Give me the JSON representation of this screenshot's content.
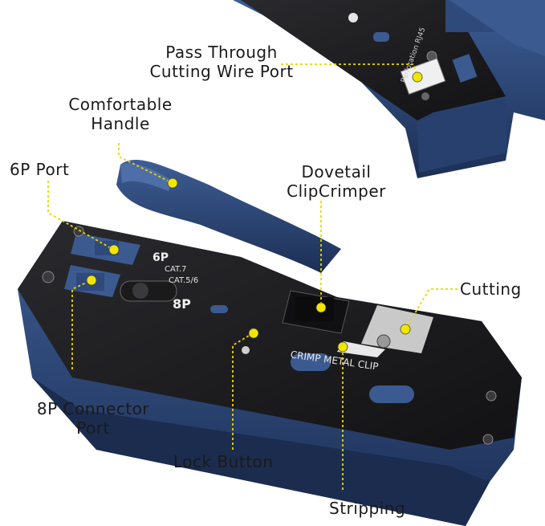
{
  "labels": {
    "pass_through": [
      "Pass Through",
      "Cutting Wire Port"
    ],
    "handle": [
      "Comfortable",
      "Handle"
    ],
    "port6p": "6P Port",
    "dovetail": [
      "Dovetail",
      "ClipCrimper"
    ],
    "cutting": "Cutting",
    "port8p": [
      "8P Connector",
      "Port"
    ],
    "lock": "Lock Button",
    "stripping": "Stripping"
  },
  "tool_print": {
    "top_text": "Perforation RJ45",
    "p6": "6P",
    "p8": "8P",
    "cat7": "CAT.7",
    "cat56": "CAT.5/6",
    "crimp": "CRIMP METAL CLIP"
  },
  "colors": {
    "body_blue": "#2f4a7a",
    "body_dark": "#1f3358",
    "plate": "#1b1b1e",
    "accent": "#f2e600",
    "leader": "#e8d800"
  }
}
